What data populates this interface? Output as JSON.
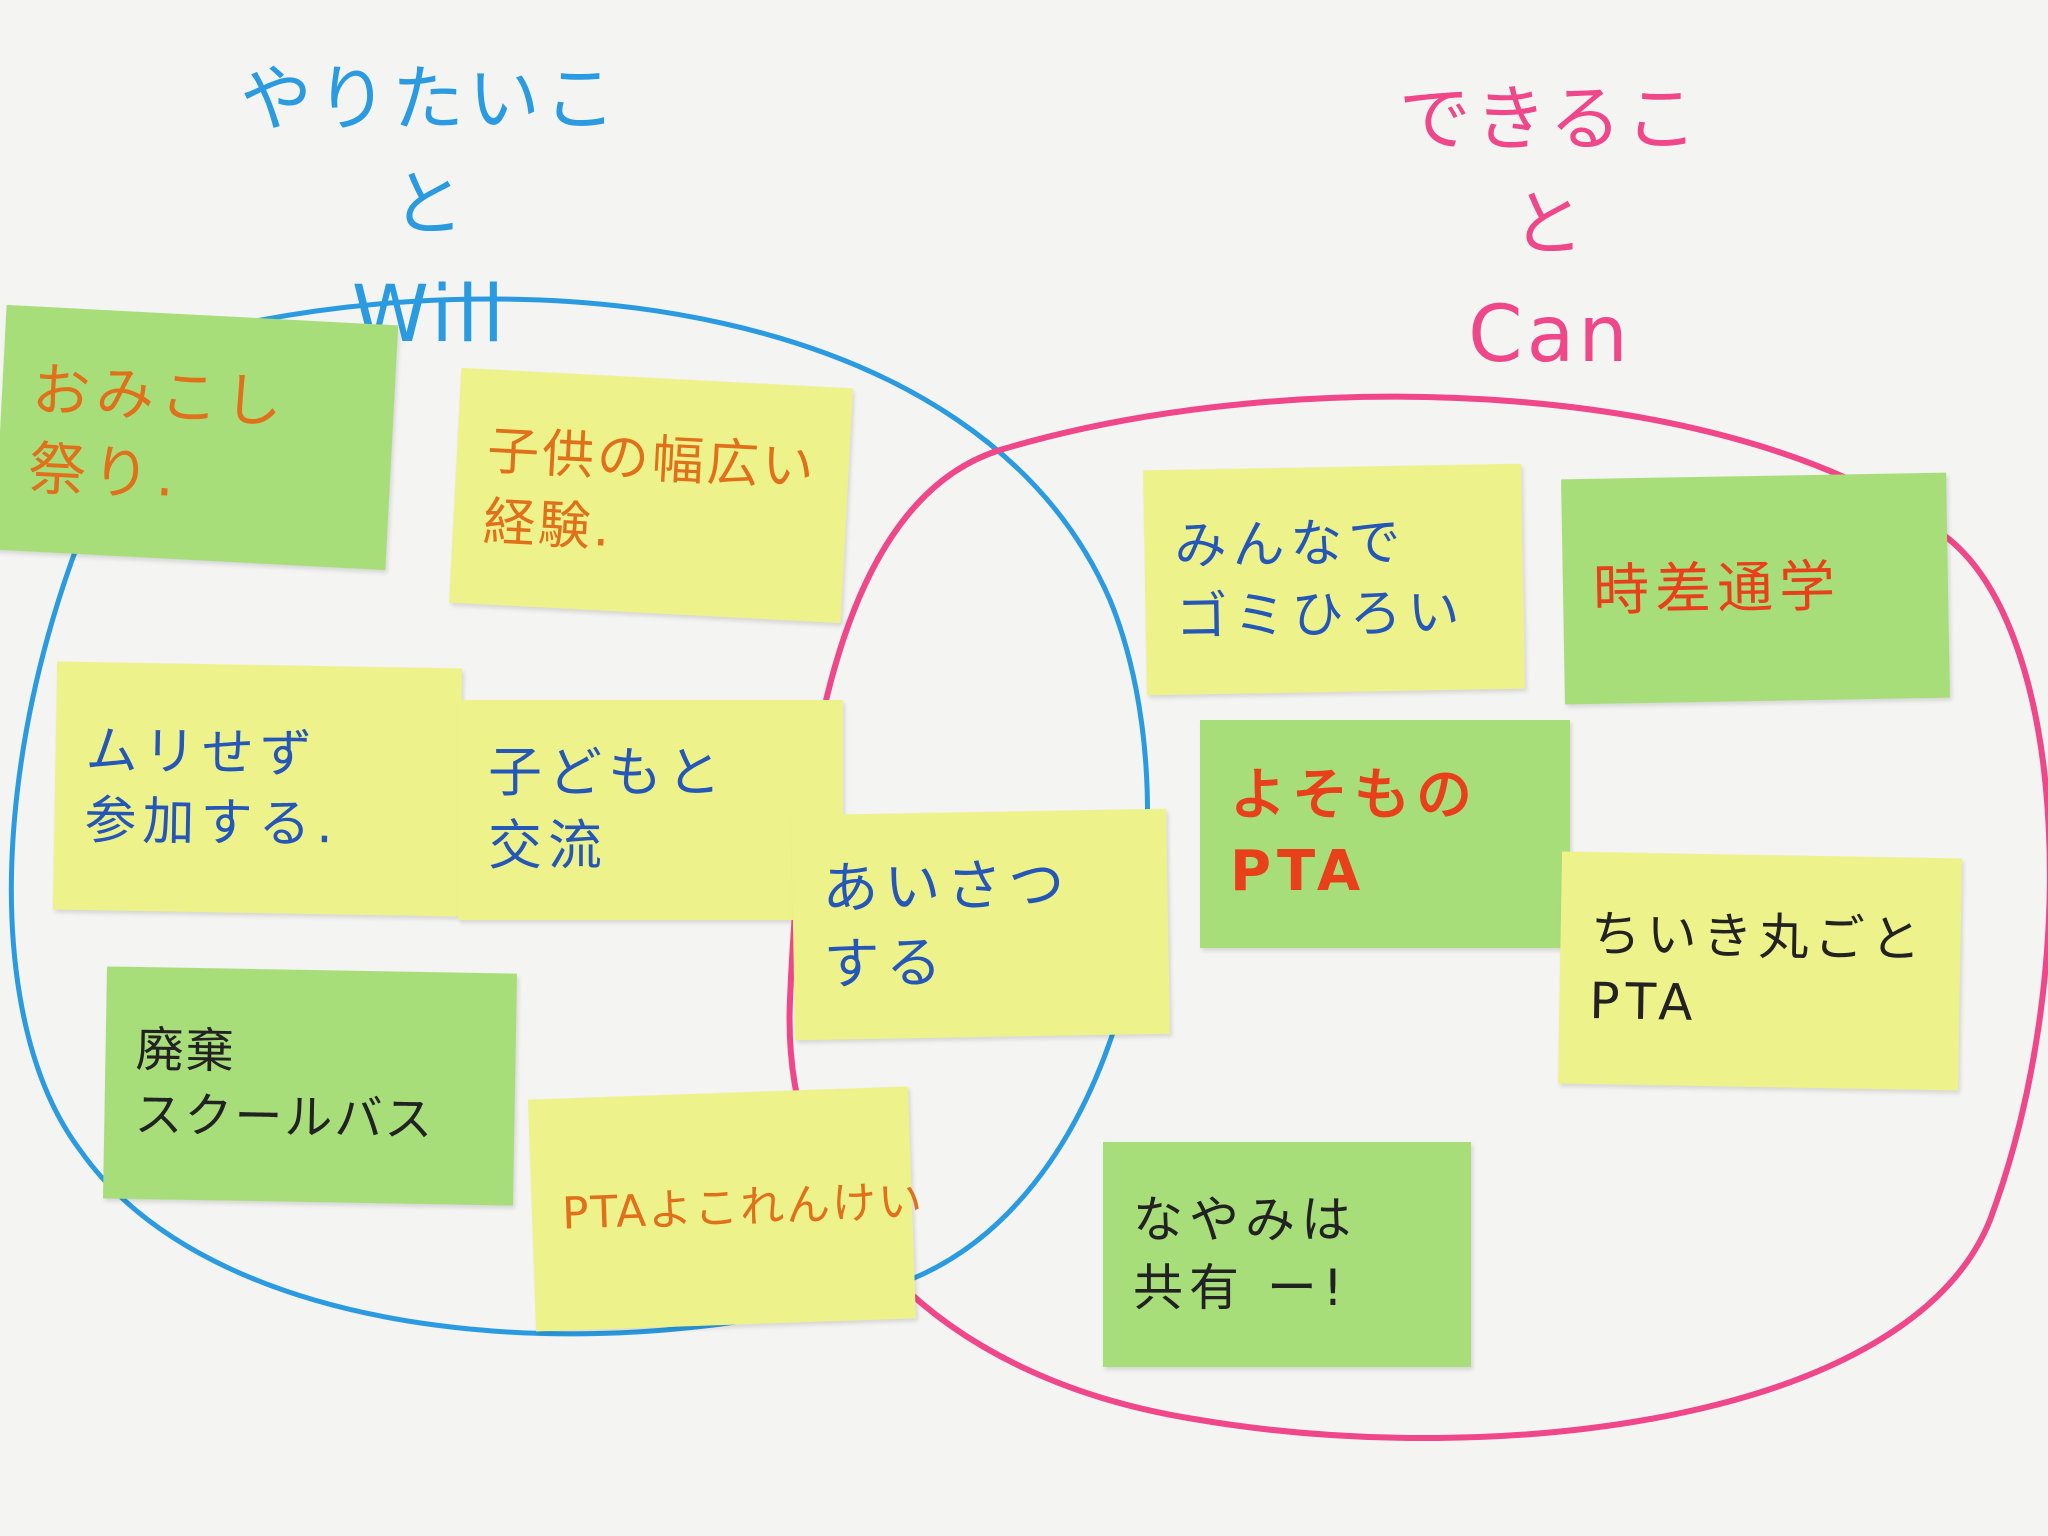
{
  "headings": {
    "will": {
      "jp": "やりたいこと",
      "en": "Will"
    },
    "can": {
      "jp": "できること",
      "en": "Can"
    }
  },
  "notes": [
    {
      "id": "omikoshi",
      "lines": [
        "おみこし",
        "祭り."
      ]
    },
    {
      "id": "kodomo-keiken",
      "lines": [
        "子供の幅広い",
        "経験."
      ]
    },
    {
      "id": "murisezu",
      "lines": [
        "ムリせず",
        "参加する."
      ]
    },
    {
      "id": "kodomo-koryu",
      "lines": [
        "子どもと",
        "交流"
      ]
    },
    {
      "id": "aisatsu",
      "lines": [
        "あいさつ",
        "する"
      ]
    },
    {
      "id": "schoolbus",
      "lines": [
        "廃棄",
        "スクールバス"
      ]
    },
    {
      "id": "pta-rensei",
      "lines": [
        "PTAよこれんけい"
      ]
    },
    {
      "id": "gomi",
      "lines": [
        "みんなで",
        "ゴミひろい"
      ]
    },
    {
      "id": "jisa",
      "lines": [
        "時差通学"
      ]
    },
    {
      "id": "yosomono",
      "lines": [
        "よそもの",
        "PTA"
      ]
    },
    {
      "id": "chiiki",
      "lines": [
        "ちいき丸ごと",
        "PTA"
      ]
    },
    {
      "id": "nayami",
      "lines": [
        "なやみは",
        "共有 ー!"
      ]
    }
  ],
  "colors": {
    "will_circle": "#2a9be0",
    "can_circle": "#f0468a",
    "note_green": "#a8de7a",
    "note_yellow": "#eef28a"
  }
}
